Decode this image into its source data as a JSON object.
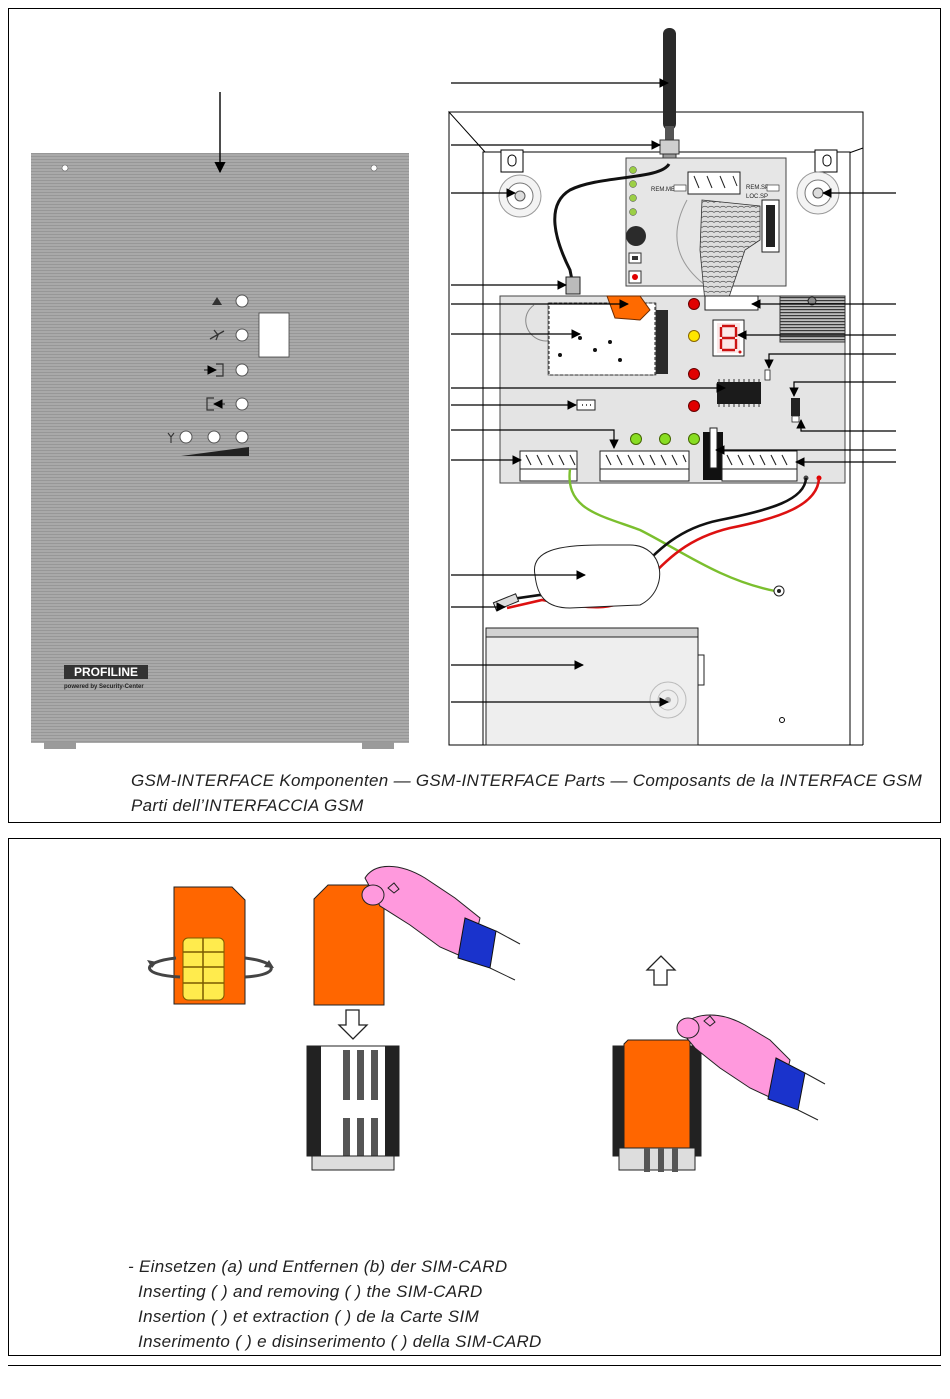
{
  "figure_parts": {
    "caption_line1": "GSM-INTERFACE Komponenten — GSM-INTERFACE Parts — Composants de la INTERFACE GSM",
    "caption_line2": "Parti dell’INTERFACCIA GSM",
    "front_cover": {
      "logo_text": "PROFILINE",
      "logo_subtext": "powered by Security-Center",
      "indicator_icons": [
        "alarm-triangle-icon",
        "fault-bolt-icon",
        "input-icon",
        "output-icon",
        "antenna-icon"
      ]
    },
    "pcb": {
      "terminal_labels": [
        "REM.MEM",
        "REM.SP",
        "LOC.SP"
      ]
    },
    "colors": {
      "cover_grey": "#a6a6a6",
      "pcb_grey": "#e4e4e4",
      "module_orange": "#ff6a00",
      "led_red": "#e00000",
      "led_yellow": "#ffe600",
      "led_green": "#88dd22",
      "seven_segment": "#cc1111",
      "earth_wire_green": "#7bbf2e",
      "battery_wire_red": "#dd1111",
      "battery_wire_black": "#111111"
    }
  },
  "sim_card": {
    "caption_lines": [
      "- Einsetzen (a) und Entfernen (b) der SIM-CARD",
      "  Inserting ( ) and removing ( ) the SIM-CARD",
      "  Insertion ( ) et extraction ( ) de la Carte SIM",
      "  Inserimento ( ) e disinserimento ( ) della SIM-CARD"
    ],
    "colors": {
      "card_orange": "#ff6600",
      "chip_yellow": "#ffeb4d",
      "hand_pink": "#ff99dd",
      "cuff_blue": "#1a33cc"
    }
  }
}
